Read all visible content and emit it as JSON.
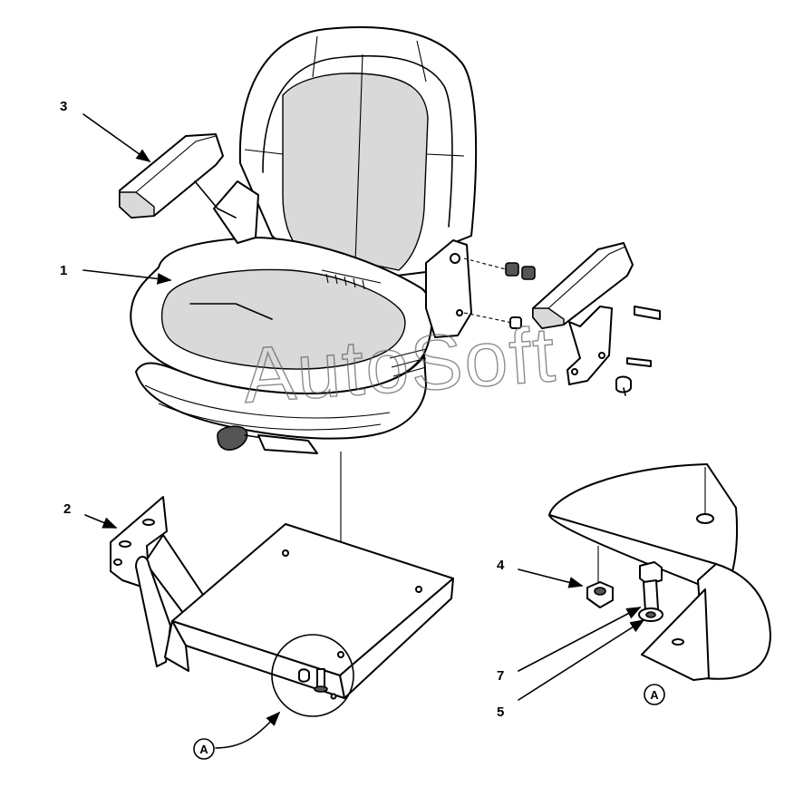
{
  "callouts": {
    "c1": "1",
    "c2": "2",
    "c3": "3",
    "c4": "4",
    "c5": "5",
    "c7": "7"
  },
  "detail": {
    "ref_label": "A",
    "detail_label": "A"
  },
  "watermark": "AutoSoft"
}
